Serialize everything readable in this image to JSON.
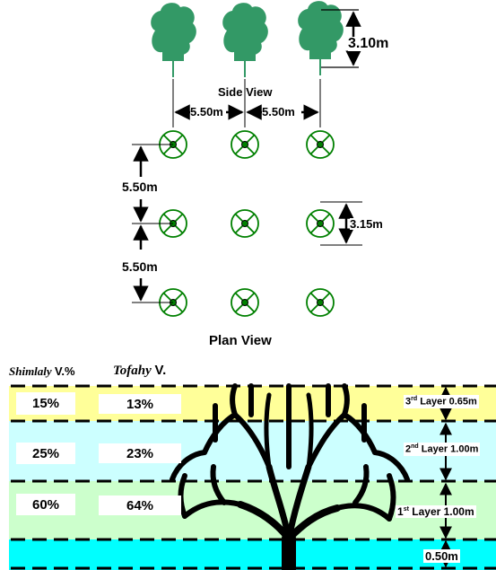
{
  "side_view": {
    "label": "Side View",
    "height_label": "3.10m",
    "spacing_left_label": "5.50m",
    "spacing_right_label": "5.50m"
  },
  "plan_view": {
    "label": "Plan View",
    "row_spacing_1_label": "5.50m",
    "row_spacing_2_label": "5.50m",
    "canopy_label": "3.15m"
  },
  "soil_profile": {
    "headers": {
      "shimlaly": "Shimlaly",
      "shimlaly_suffix": "V.%",
      "tofahy": "Tofahy",
      "tofahy_suffix": "V."
    },
    "layers": [
      {
        "ordinal": "3",
        "suffix": "rd",
        "name": "Layer 0.65m",
        "shimlaly": "15%",
        "tofahy": "13%",
        "color": "#ffff99"
      },
      {
        "ordinal": "2",
        "suffix": "nd",
        "name": "Layer 1.00m",
        "shimlaly": "25%",
        "tofahy": "23%",
        "color": "#ccffff"
      },
      {
        "ordinal": "1",
        "suffix": "st",
        "name": "Layer 1.00m",
        "shimlaly": "60%",
        "tofahy": "64%",
        "color": "#ccffcc"
      }
    ],
    "bottom_label": "0.50m",
    "bottom_color": "#00ffff"
  },
  "colors": {
    "tree_green": "#339966",
    "plan_green": "#008000",
    "dark": "#000000"
  }
}
